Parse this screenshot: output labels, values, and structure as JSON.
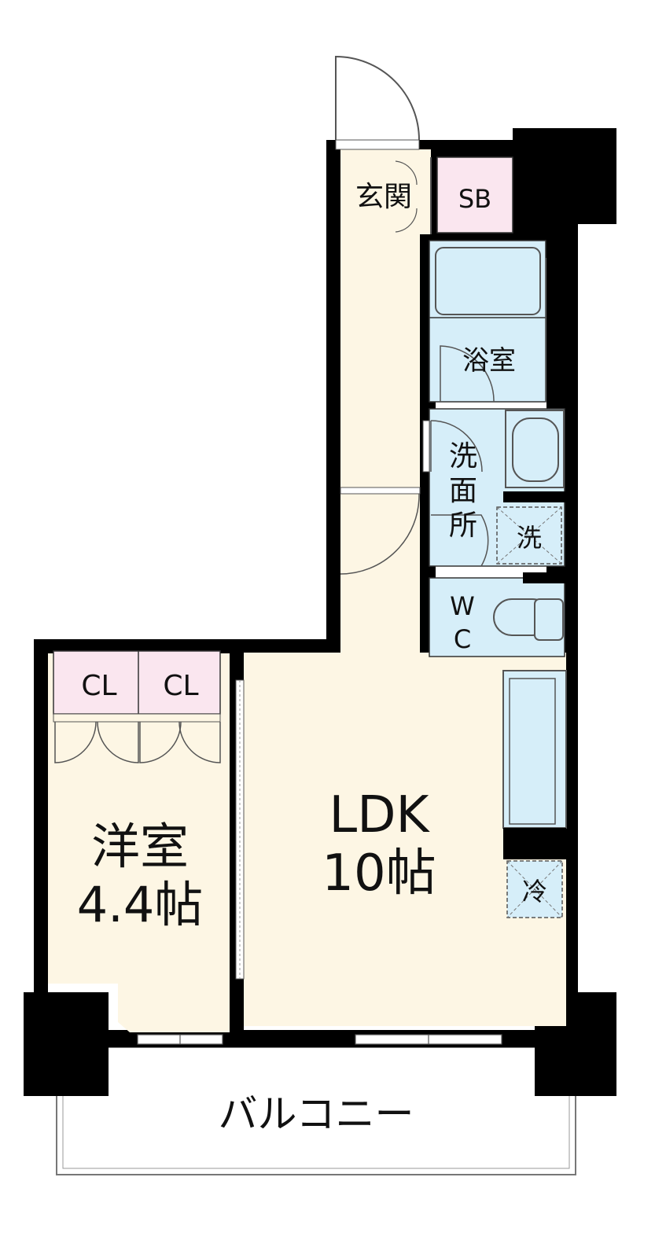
{
  "floor_plan": {
    "rooms": {
      "genkan": "玄関",
      "shoe_box": "SB",
      "bath": "浴室",
      "washroom_chars": [
        "洗",
        "面",
        "所"
      ],
      "washer": "洗",
      "wc_chars": [
        "W",
        "C"
      ],
      "closet_left": "CL",
      "closet_right": "CL",
      "western_room_name": "洋室",
      "western_room_size": "4.4帖",
      "ldk_name": "LDK",
      "ldk_size": "10帖",
      "fridge": "冷",
      "balcony": "バルコニー"
    },
    "colors": {
      "wall": "#000000",
      "floor": "#fdf6e4",
      "wet_area": "#d6eef9",
      "closet": "#fae6ef",
      "line": "#555555"
    }
  }
}
